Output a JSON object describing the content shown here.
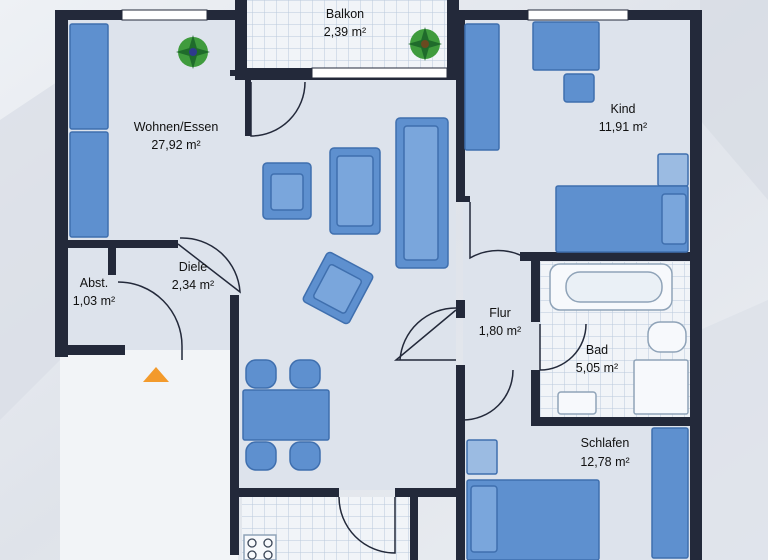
{
  "colors": {
    "wall": "#23293a",
    "floor": "#dde3ec",
    "background": "#e6e9ee",
    "furniture": "#5e90cf",
    "furniture_dark": "#3f6fae",
    "tile_line": "#b9c9db",
    "entrance_marker": "#f39a2c"
  },
  "rooms": [
    {
      "id": "balkon",
      "name": "Balkon",
      "area": "2,39 m²"
    },
    {
      "id": "wohnen",
      "name": "Wohnen/Essen",
      "area": "27,92 m²"
    },
    {
      "id": "kind",
      "name": "Kind",
      "area": "11,91 m²"
    },
    {
      "id": "diele",
      "name": "Diele",
      "area": "2,34 m²"
    },
    {
      "id": "abst",
      "name": "Abst.",
      "area": "1,03 m²"
    },
    {
      "id": "flur",
      "name": "Flur",
      "area": "1,80 m²"
    },
    {
      "id": "bad",
      "name": "Bad",
      "area": "5,05 m²"
    },
    {
      "id": "schlafen",
      "name": "Schlafen",
      "area": "12,78 m²"
    }
  ],
  "icons": [
    "plant-icon",
    "entrance-arrow-icon"
  ]
}
